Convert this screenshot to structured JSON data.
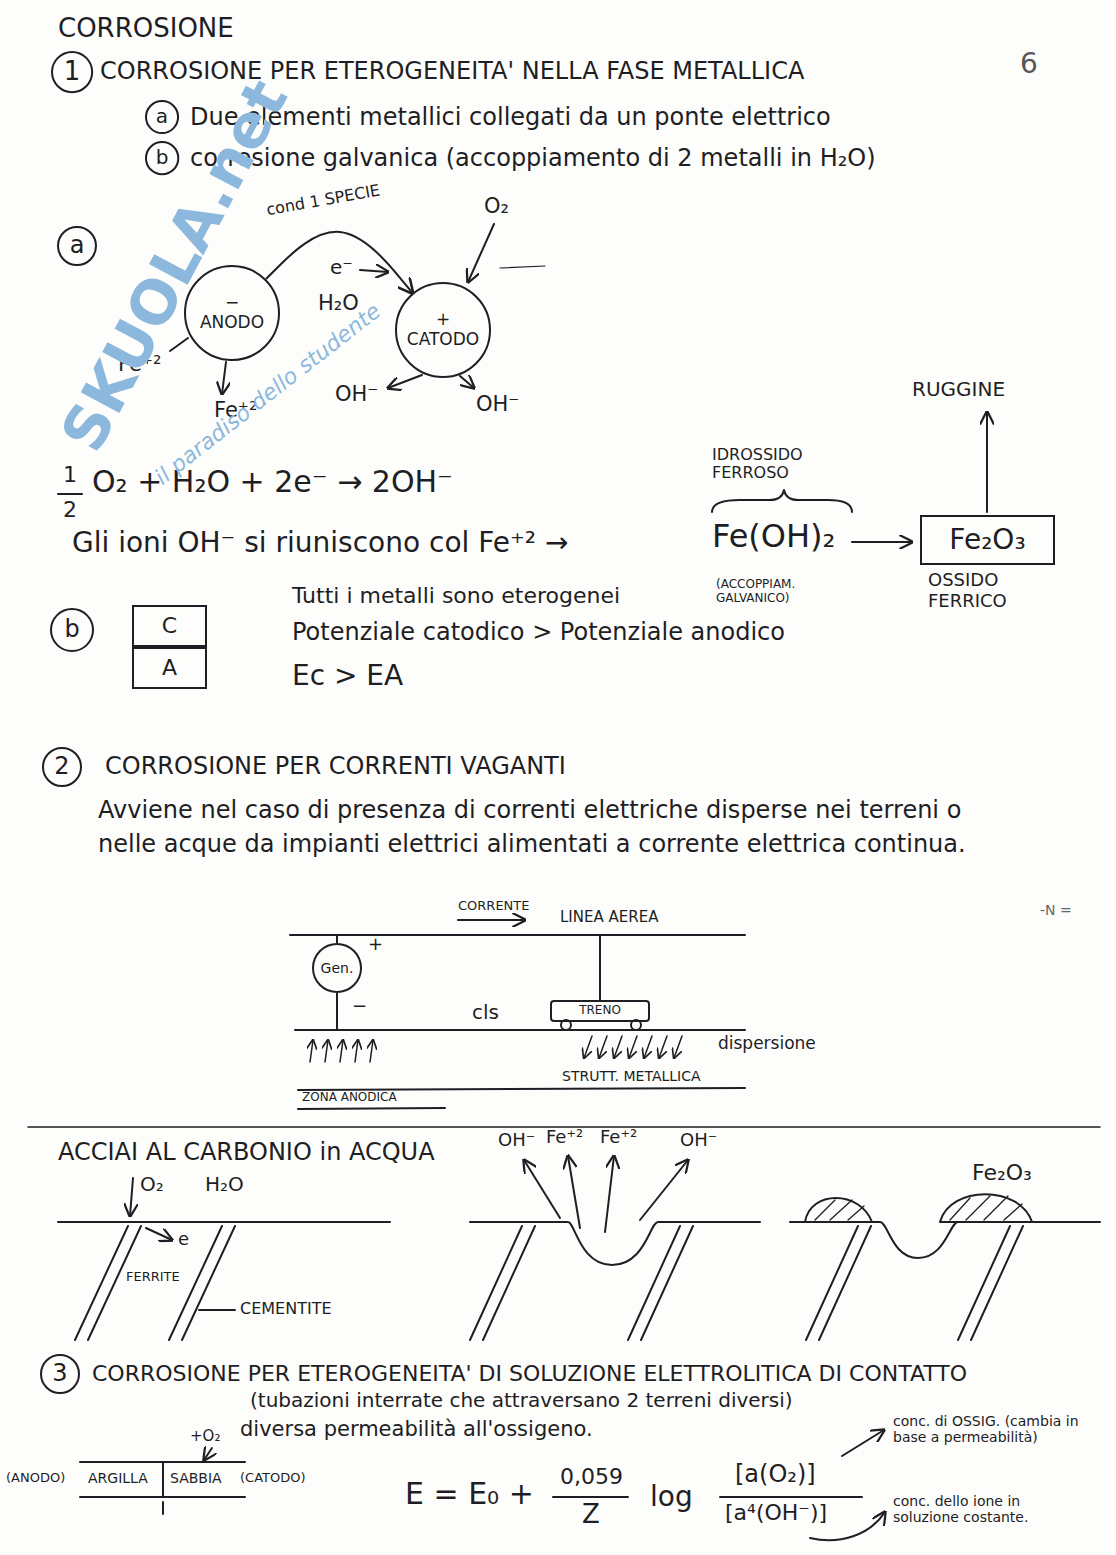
{
  "diagram": {
    "title": "CORROSIONE",
    "nodes": [
      {
        "text": [
          "1"
        ]
      },
      {
        "text": [
          "a"
        ]
      },
      {
        "text": [
          "b"
        ]
      },
      {
        "text": [
          "a"
        ]
      },
      {
        "text": [
          "−",
          "ANODO"
        ]
      },
      {
        "text": [
          "+",
          "CATODO"
        ]
      },
      {
        "text": [
          "Fe₂O₃"
        ]
      },
      {
        "text": [
          "b"
        ]
      },
      {
        "text": [
          "C"
        ]
      },
      {
        "text": [
          "A"
        ]
      },
      {
        "text": [
          "2"
        ]
      },
      {
        "text": [
          "Gen."
        ]
      },
      {
        "text": [
          "TRENO"
        ]
      },
      {
        "text": [
          "3"
        ]
      }
    ],
    "edges": [
      {
        "from": 4,
        "to": 5,
        "arrow": "to",
        "label": "cond 1 SPECIE"
      }
    ],
    "labels": [
      "6",
      "CORROSIONE PER ETEROGENEITA' NELLA FASE METALLICA",
      "Due elementi metallici collegati da un ponte elettrico",
      "corrosione galvanica (accoppiamento di 2 metalli in H₂O)",
      "O₂",
      "e⁻",
      "H₂O",
      "Fe⁺²",
      "Fe⁺²",
      "OH⁻",
      "OH⁻",
      "RUGGINE",
      "IDROSSIDO FERROSO",
      "1",
      "2",
      "O₂ + H₂O + 2e⁻ → 2OH⁻",
      "Gli ioni OH⁻ si riuniscono col Fe⁺² →",
      "Fe(OH)₂",
      "OSSIDO FERRICO",
      "Tutti i metalli sono eterogenei",
      "(ACCOPPIAM. GALVANICO)",
      "Potenziale catodico > Potenziale anodico",
      "Ec > EA",
      "CORROSIONE PER CORRENTI VAGANTI",
      "Avviene nel caso di presenza di correnti elettriche disperse nei terreni o nelle acque da impianti elettrici alimentati a corrente elettrica continua.",
      "-N =",
      "CORRENTE",
      "LINEA AEREA",
      "+",
      "−",
      "cls",
      "dispersione",
      "STRUTT. METALLICA",
      "ZONA ANODICA",
      "ACCIAI AL CARBONIO in ACQUA",
      "O₂",
      "H₂O",
      "e",
      "FERRITE",
      "CEMENTITE",
      "OH⁻",
      "Fe⁺²",
      "Fe⁺²",
      "OH⁻",
      "Fe₂O₃",
      "CORROSIONE PER ETEROGENEITA' DI SOLUZIONE ELETTROLITICA DI CONTATTO",
      "(tubazioni interrate che attraversano 2 terreni diversi)",
      "diversa permeabilità all'ossigeno.",
      "conc. di OSSIG. (cambia in base a permeabilità)",
      "+O₂",
      "(ANODO)",
      "ARGILLA",
      "SABBIA",
      "(CATODO)",
      "E = E₀ +",
      "0,059",
      "Z",
      "log",
      "[a(O₂)]",
      "[a⁴(OH⁻)]",
      "conc. dello ione in soluzione costante.",
      "SKUOLA.net",
      "il paradiso dello studente"
    ]
  }
}
